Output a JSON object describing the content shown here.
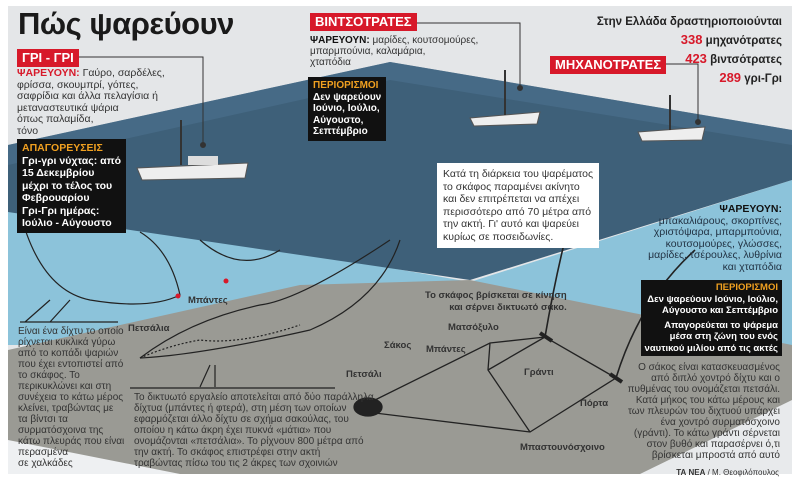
{
  "title": "Πώς ψαρεύουν",
  "gri_gri": {
    "label": "ΓΡΙ - ΓΡΙ",
    "catch_label": "ΨΑΡΕΥΟΥΝ:",
    "catch": [
      "Γαύρο, σαρδέλες,",
      "φρίσσα, σκουμπρί, γόπες,",
      "σαφρίδια και άλλα πελαγίσια ή",
      "μεταναστευτικά ψάρια",
      "όπως παλαμίδα,",
      "τόνο"
    ],
    "ban_title": "ΑΠΑΓΟΡΕΥΣΕΙΣ",
    "ban": [
      "Γρι-γρι νύχτας: από",
      "15 Δεκεμβρίου",
      "μέχρι το τέλος του",
      "Φεβρουαρίου",
      "Γρι-Γρι ημέρας:",
      "Ιούλιο - Αύγουστο"
    ]
  },
  "vintsotrates": {
    "label": "ΒΙΝΤΣΟΤΡΑΤΕΣ",
    "catch_label": "ΨΑΡΕΥΟΥΝ:",
    "catch": [
      " μαρίδες, κουτσομούρες,",
      "μπαρμπούνια, καλαμάρια,",
      "χταπόδια"
    ],
    "restr_title": "ΠΕΡΙΟΡΙΣΜΟΙ",
    "restr": [
      "Δεν ψαρεύουν",
      "Ιούνιο, Ιούλιο,",
      "Αύγουστο,",
      "Σεπτέμβριο"
    ],
    "callout": [
      "Κατά τη διάρκεια του ψαρέματος",
      "το σκάφος παραμένει ακίνητο",
      "και δεν επιτρέπεται να απέχει",
      "περισσότερο από 70 μέτρα από",
      "την ακτή. Γι' αυτό και ψαρεύει",
      "κυρίως σε ποσειδωνίες."
    ]
  },
  "stats": {
    "heading": "Στην Ελλάδα δραστηριοποιούνται",
    "rows": [
      {
        "n": "338",
        "t": " μηχανότρατες"
      },
      {
        "n": "423",
        "t": " βιντσότρατες"
      },
      {
        "n": "289",
        "t": " γρι-Γρι"
      }
    ]
  },
  "mechanotrates": {
    "label": "ΜΗΧΑΝΟΤΡΑΤΕΣ",
    "catch_label": "ΨΑΡΕΥΟΥΝ:",
    "catch": [
      "μπακαλιάρους, σκορπίνες,",
      "χριστόψαρα, μπαρμπούνια,",
      "κουτσομούρες, γλώσσες,",
      "μαρίδες, τσέρουλες, λυθρίνια",
      "και χταπόδια"
    ],
    "restr_title": "ΠΕΡΙΟΡΙΣΜΟΙ",
    "restr": [
      "Δεν ψαρεύουν Ιούνιο, Ιούλιο,",
      "Αύγουστο και Σεπτέμβριο"
    ],
    "restr2": [
      "Απαγορεύεται το ψάρεμα",
      "μέσα στη ζώνη του ενός",
      "ναυτικού μιλίου από τις ακτές"
    ],
    "moving": [
      "Το σκάφος βρίσκεται σε κίνηση",
      "και σέρνει δικτυωτό σάκο."
    ],
    "desc": [
      "Ο σάκος είναι κατασκευασμένος",
      "από διπλό χοντρό δίχτυ και ο",
      "πυθμένας του ονομάζεται πετσάλι.",
      "Κατά μήκος του κάτω μέρους και",
      "των πλευρών του διχτυού υπάρχει",
      "ένα χοντρό συρματόσχοινο",
      "(γράντι). Το κάτω γράντι σέρνεται",
      "στον βυθό και παρασέρνει ό,τι",
      "βρίσκεται μπροστά από αυτό"
    ]
  },
  "labels": {
    "mpantes1": "Μπάντες",
    "petsalia": "Πετσάλια",
    "sakos": "Σάκος",
    "mpantes2": "Μπάντες",
    "matsoxylo": "Ματσόξυλο",
    "granti": "Γράντι",
    "petsali": "Πετσάλι",
    "porta": "Πόρτα",
    "mpastounosxoino": "Μπαστουνόσχοινο"
  },
  "gri_desc": [
    "Είναι ένα δίχτυ το οποίο",
    "ρίχνεται κυκλικά γύρω",
    "από το κοπάδι ψαριών",
    "που έχει εντοπιστεί από",
    "το σκάφος. Το",
    "περικυκλώνει και στη",
    "συνέχεια το κάτω μέρος",
    "κλείνει, τραβώντας με",
    "τα βίντσι τα",
    "συρματόσχοινα της",
    "κάτω πλευράς που είναι",
    "περασμένα",
    "σε χαλκάδες"
  ],
  "vints_desc": [
    "Το δικτυωτό εργαλείο αποτελείται από δύο παράλληλα",
    "δίχτυα (μπάντες ή φτερά), στη μέση των οποίων",
    "εφαρμόζεται άλλο δίχτυ σε σχήμα σακούλας, του",
    "οποίου η κάτω άκρη έχει πυκνά «μάτια» που",
    "ονομάζονται «πετσάλια». Το ρίχνουν 800 μέτρα από",
    "την ακτή. Το σκάφος επιστρέφει στην ακτή",
    "τραβώντας πίσω του τις 2 άκρες των σχοινιών"
  ],
  "footer": {
    "paper": "ΤΑ ΝΕΑ",
    "author": " / Μ. Θεοφιλόπουλος"
  },
  "colors": {
    "red": "#d7192a",
    "orange": "#f0a020",
    "sea": "#3d5f78",
    "underwater": "#8cc3da",
    "seabed": "#9a9a94"
  }
}
